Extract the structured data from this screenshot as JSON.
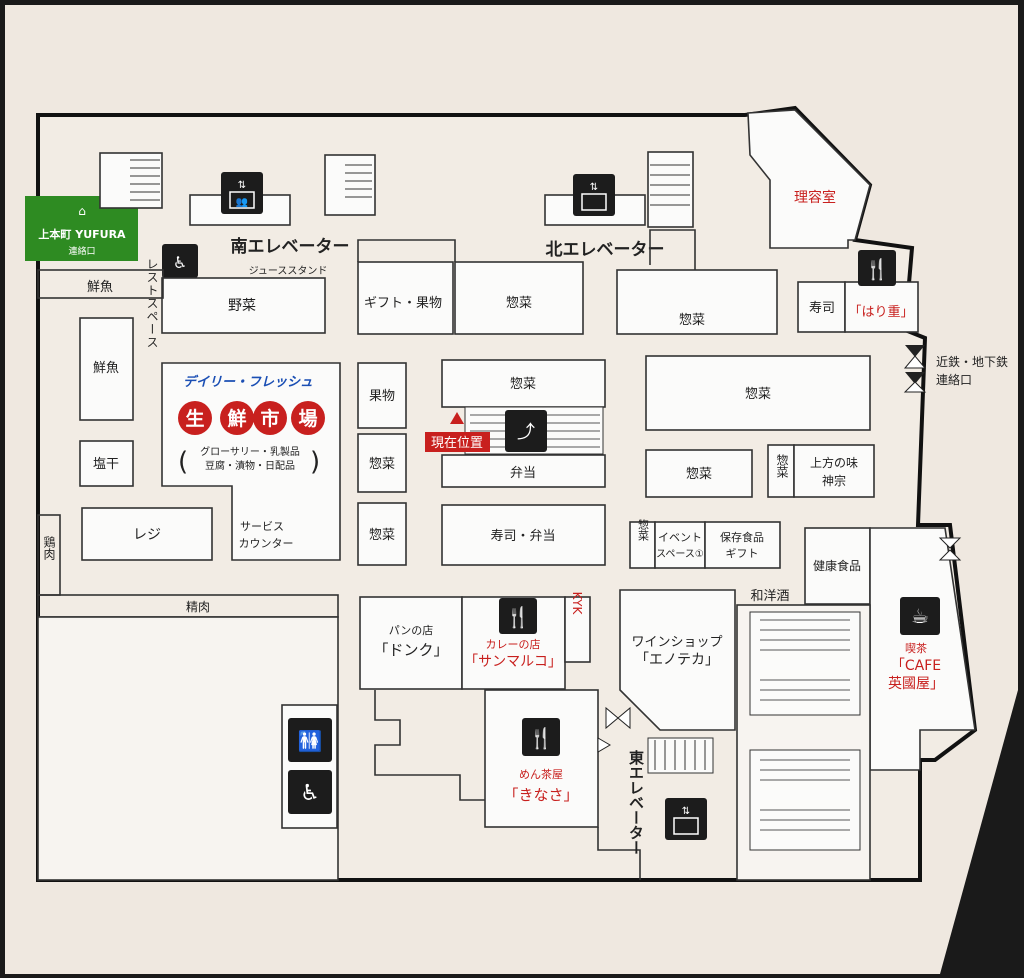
{
  "colors": {
    "board": "#efe8e0",
    "outer": "#1a1a1a",
    "room": "#fbfbfa",
    "accent_red": "#c8201e",
    "yufura_green": "#2e8b22",
    "daily_blue": "#1b4fb4",
    "daily_green": "#2a9d3a"
  },
  "labels": {
    "yufura_line1": "上本町 YUFURA",
    "yufura_line2": "連絡口",
    "south_elevator": "南エレベーター",
    "north_elevator": "北エレベーター",
    "east_elevator": "東エレベーター",
    "rest_space": "レストスペース",
    "juice_stand": "ジューススタンド",
    "barber": "理容室",
    "sengyo1": "鮮魚",
    "sengyo2": "鮮魚",
    "yasai": "野菜",
    "gift_fruit": "ギフト・果物",
    "souzai_top": "惣菜",
    "souzai_ne": "惣菜",
    "sushi": "寿司",
    "harishige": "「はり重」",
    "kintetsu1": "近鉄・地下鉄",
    "kintetsu2": "連絡口",
    "daily": "デイリー・フレッシュ",
    "seisen_ichiba": [
      "生",
      "鮮",
      "市",
      "場"
    ],
    "grocery1": "グローサリー・乳製品",
    "grocery2": "豆腐・漬物・日配品",
    "kudamono": "果物",
    "souzai_c1": "惣菜",
    "souzai_big": "惣菜",
    "here": "現在位置",
    "bento": "弁当",
    "shioboshi": "塩干",
    "souzai_c2": "惣菜",
    "souzai_mid": "惣菜",
    "souzai_v": "惣菜",
    "kamigata1": "上方の味",
    "kamigata2": "神宗",
    "reji": "レジ",
    "service1": "サービス",
    "service2": "カウンター",
    "souzai_c3": "惣菜",
    "sushi_bento": "寿司・弁当",
    "souzai_v2": "惣菜",
    "event1": "イベント",
    "event2": "スペース①",
    "hozon1": "保存食品",
    "hozon2": "ギフト",
    "kenko": "健康食品",
    "toriniku_v": "鶏肉",
    "seiniku": "精肉",
    "wayoushu": "和洋酒",
    "pan1": "パンの店",
    "pan2": "「ドンク」",
    "curry1": "カレーの店",
    "curry2": "「サンマルコ」",
    "kyk": "KYK",
    "wine1": "ワインショップ",
    "wine2": "「エノテカ」",
    "cafe1": "喫茶",
    "cafe2": "「CAFE",
    "cafe3": "英國屋」",
    "men1": "めん茶屋",
    "men2": "「きなさ」"
  }
}
